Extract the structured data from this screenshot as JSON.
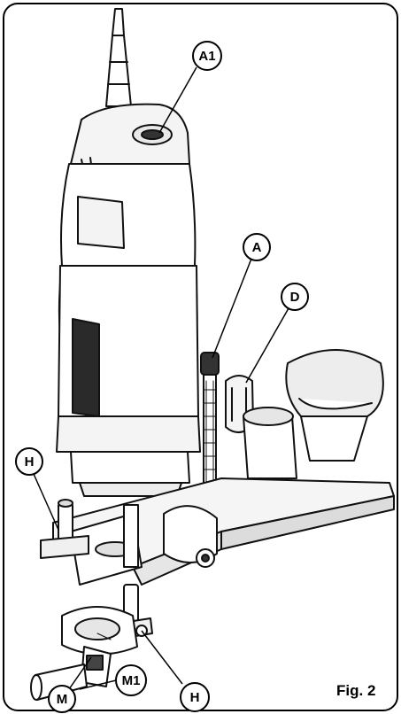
{
  "figure": {
    "label": "Fig. 2",
    "callouts": {
      "a1": "A1",
      "a": "A",
      "d": "D",
      "h_left": "H",
      "h_bottom": "H",
      "m": "M",
      "m1": "M1"
    }
  }
}
